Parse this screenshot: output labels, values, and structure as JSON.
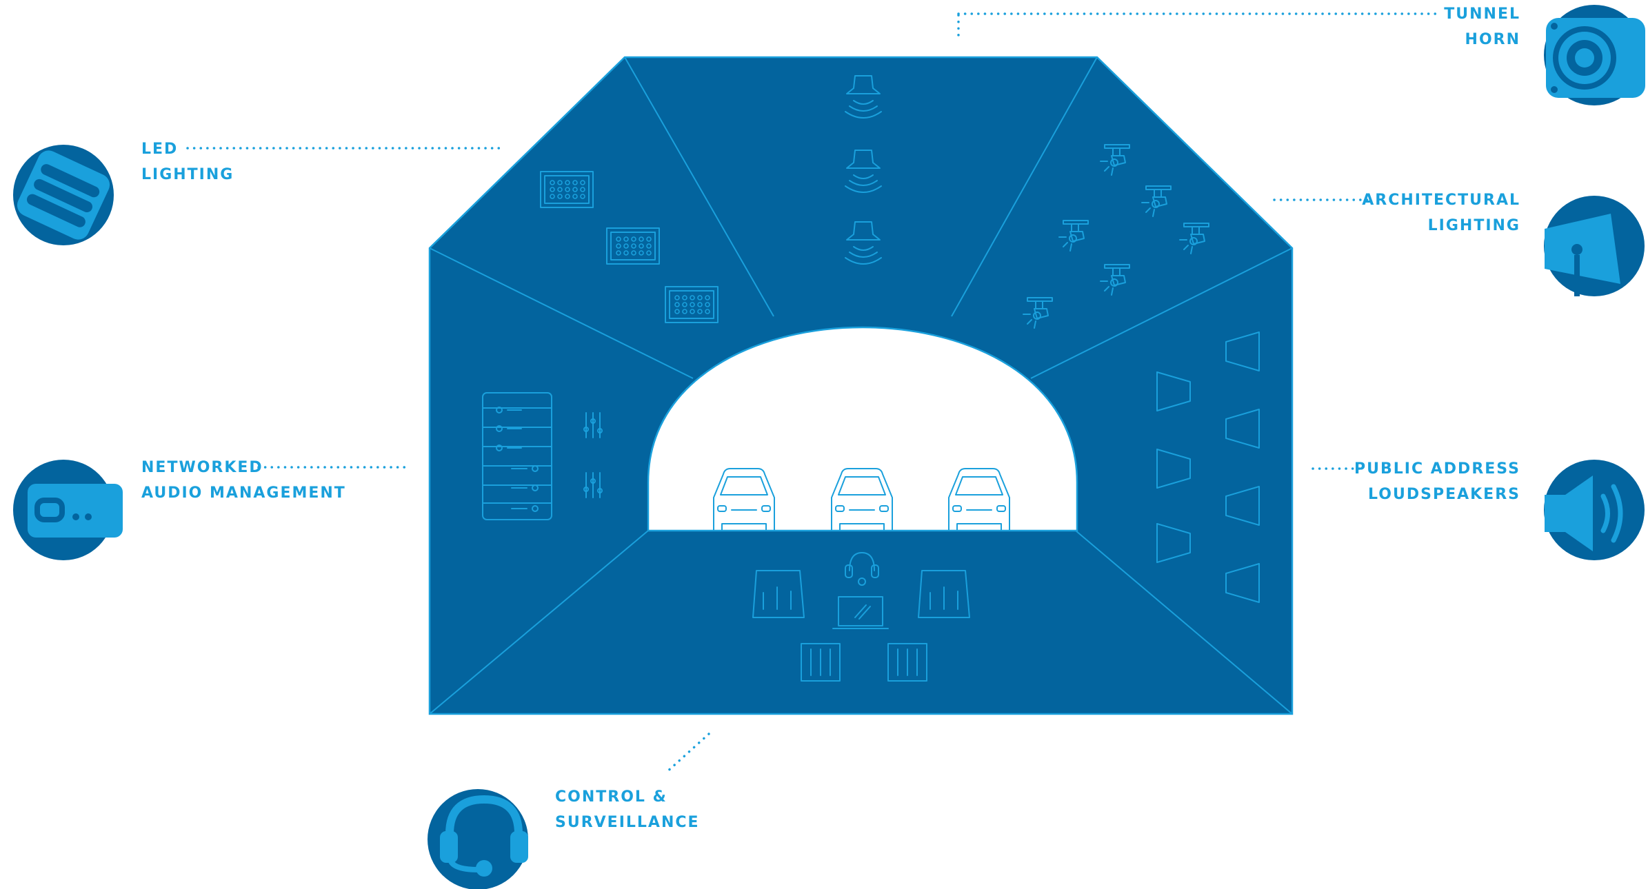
{
  "labels": {
    "tunnel_horn": [
      "TUNNEL",
      "HORN"
    ],
    "led_lighting": [
      "LED",
      "LIGHTING"
    ],
    "architectural_lighting": [
      "ARCHITECTURAL",
      "LIGHTING"
    ],
    "networked_audio": [
      "NETWORKED",
      "AUDIO MANAGEMENT"
    ],
    "public_address": [
      "PUBLIC ADDRESS",
      "LOUDSPEAKERS"
    ],
    "control_surveillance": [
      "CONTROL &",
      "SURVEILLANCE"
    ]
  },
  "colors": {
    "panel": "#03649e",
    "panel_border": "#1aa0dc",
    "accent": "#1aa0dc",
    "icon_circle": "#03649e",
    "background": "#ffffff"
  },
  "icons": {
    "tunnel_horn": "speaker-horn-icon",
    "led_lighting": "led-panel-icon",
    "architectural_lighting": "floodlight-icon",
    "networked_audio": "audio-device-icon",
    "public_address": "loudspeaker-icon",
    "control_surveillance": "headset-icon"
  }
}
